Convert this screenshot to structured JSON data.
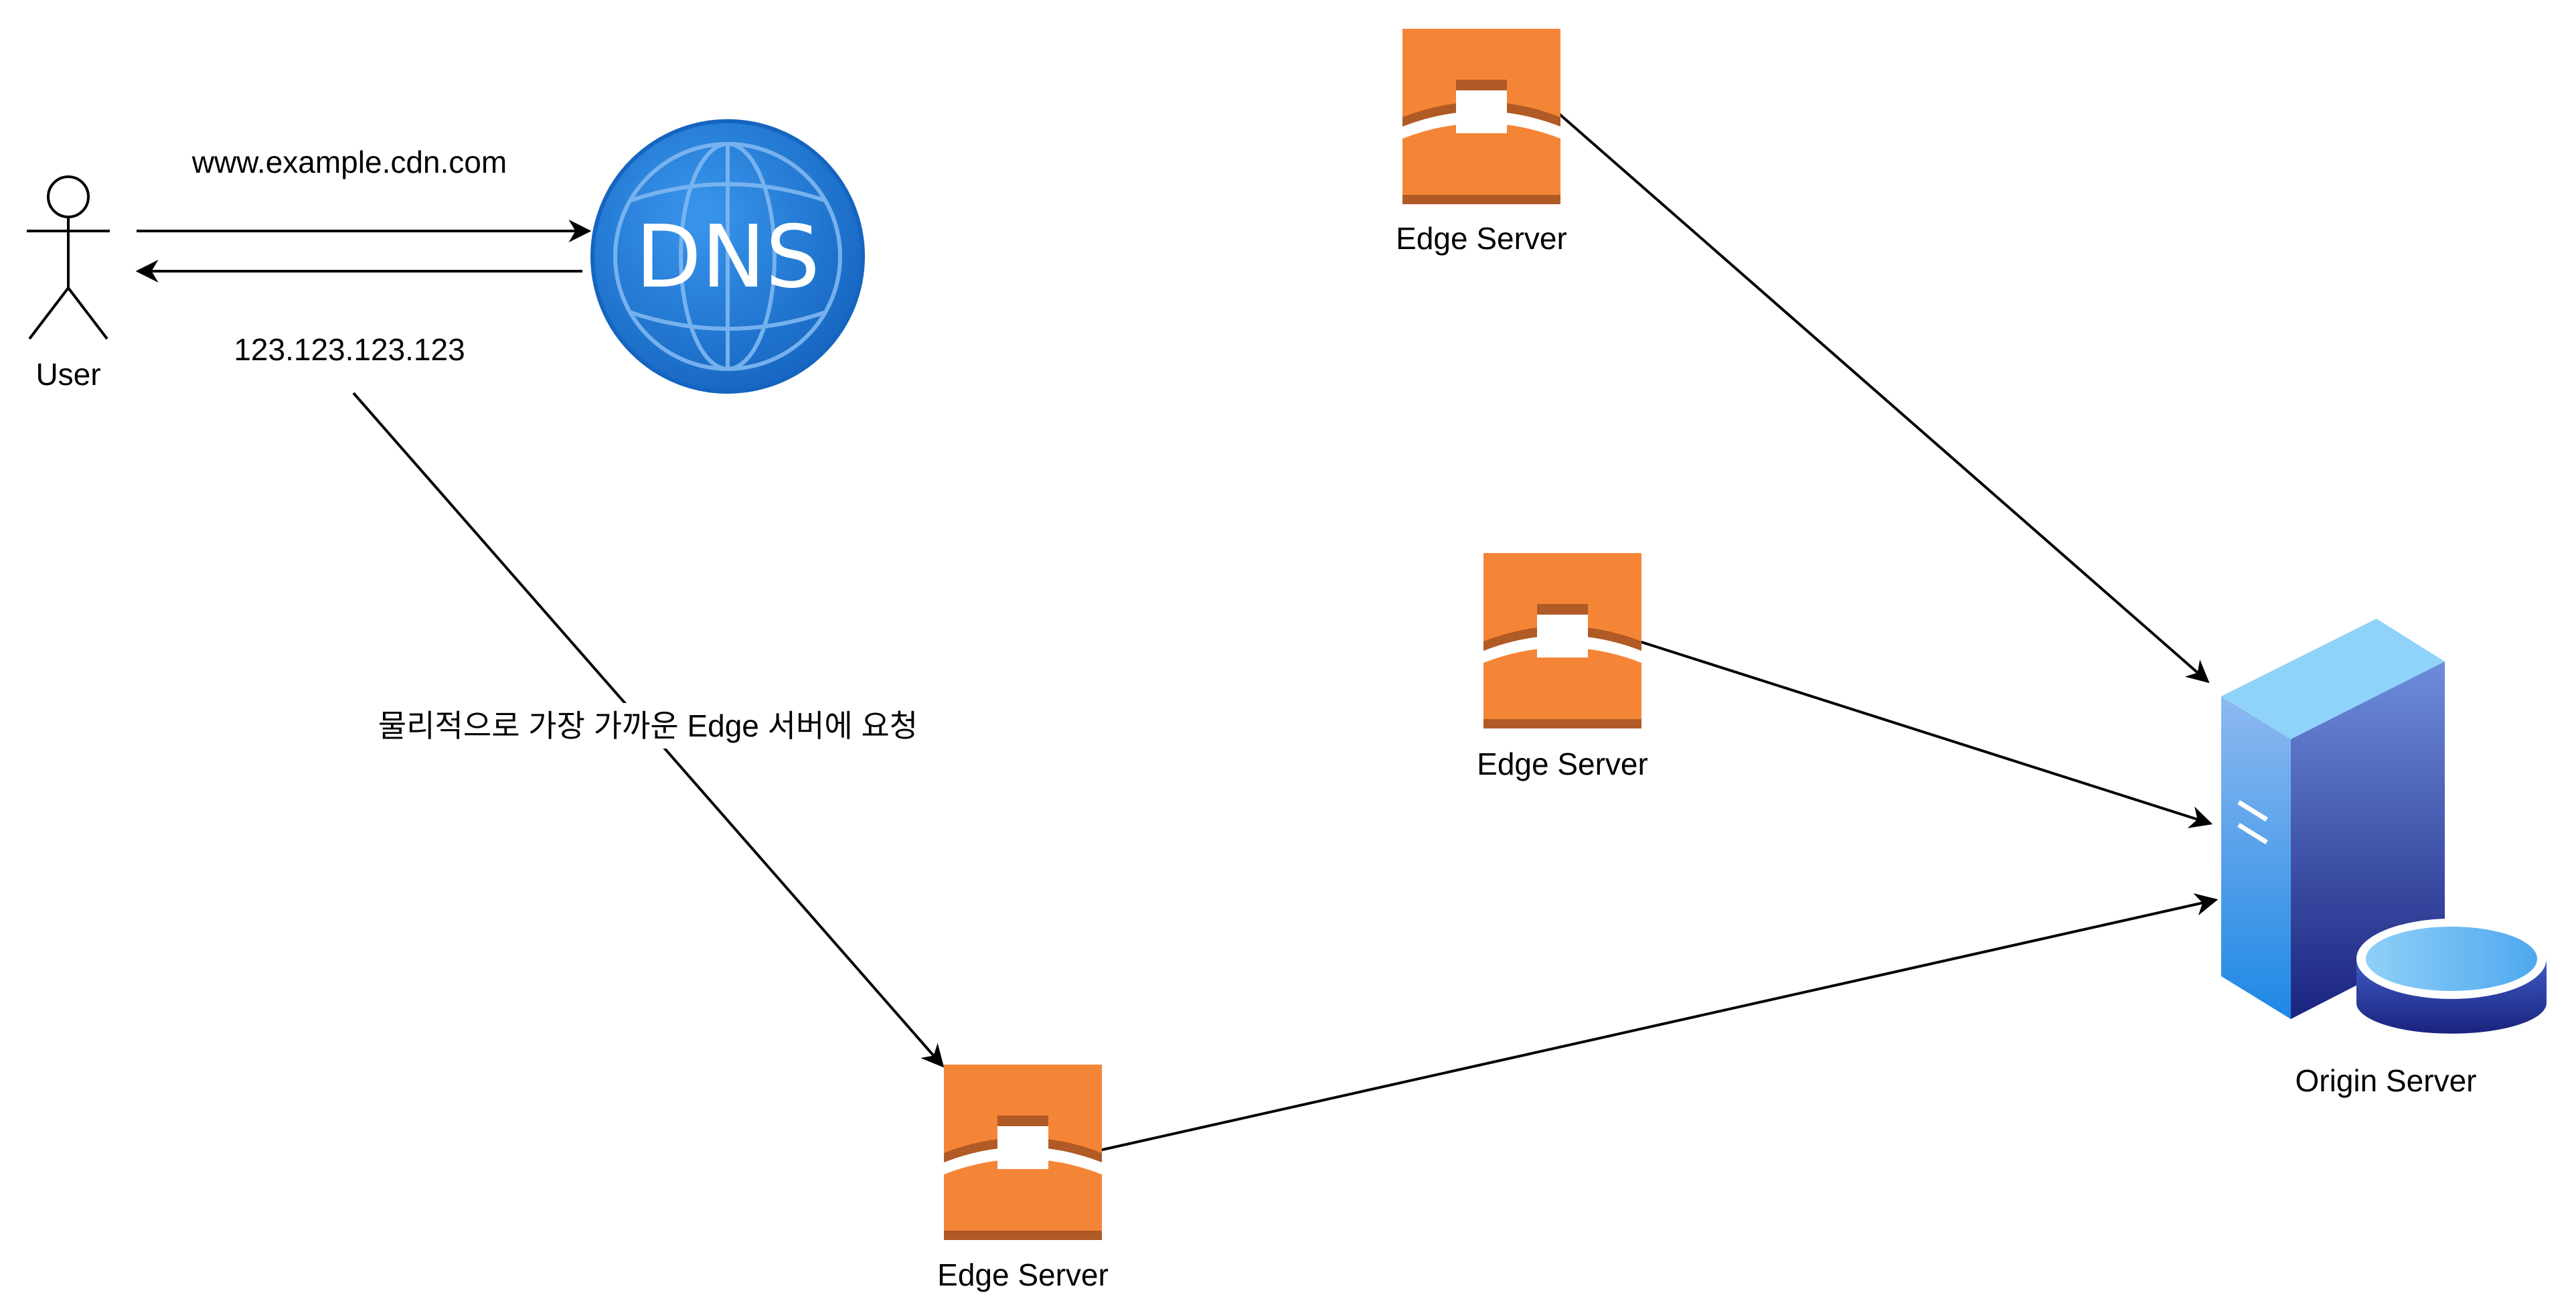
{
  "nodes": {
    "user": {
      "label": "User"
    },
    "dns": {
      "label": "DNS"
    },
    "edge_top": {
      "label": "Edge Server"
    },
    "edge_middle": {
      "label": "Edge Server"
    },
    "edge_bottom": {
      "label": "Edge Server"
    },
    "origin": {
      "label": "Origin Server"
    }
  },
  "edges": {
    "user_to_dns": {
      "label": "www.example.cdn.com"
    },
    "dns_to_user": {
      "label": "123.123.123.123"
    },
    "user_to_edge": {
      "label": "물리적으로 가장 가까운 Edge 서버에 요청"
    }
  },
  "colors": {
    "edge_orange": "#F58536",
    "edge_dark": "#B05A25",
    "dns_blue": "#1976D2",
    "origin_light": "#8FC3F5",
    "origin_dark": "#1A237E"
  }
}
